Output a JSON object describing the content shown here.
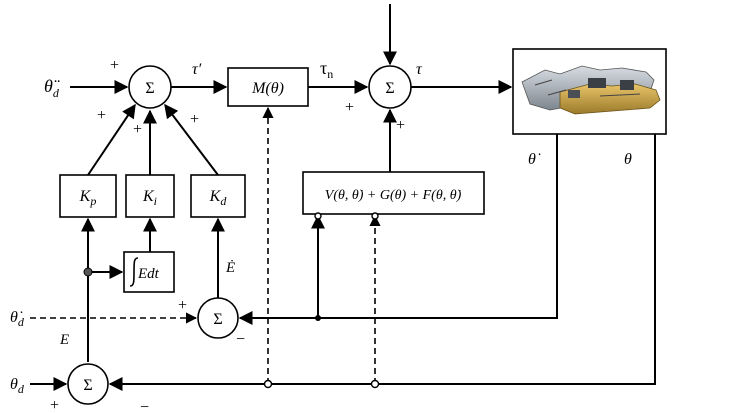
{
  "signals": {
    "theta_dd": "θ̈",
    "theta_dd_sub": "d",
    "theta_d_dot": "θ̇",
    "theta_d_dot_sub": "d",
    "theta_d": "θ",
    "theta_d_sub": "d",
    "tau_prime": "τ′",
    "tau_n": "τ",
    "tau_n_sub": "n",
    "tau": "τ",
    "theta_dot_out": "θ̇",
    "theta_out": "θ",
    "E": "E",
    "E_dot": "Ė"
  },
  "blocks": {
    "sum": "Σ",
    "M": "M(θ)",
    "Kp": "K",
    "Kp_sub": "p",
    "Ki": "K",
    "Ki_sub": "i",
    "Kd": "K",
    "Kd_sub": "d",
    "integral_text": "Edt",
    "dynamics": "V(θ, θ̇) + G(θ) + F(θ, θ̇)"
  },
  "signs": {
    "plus": "+",
    "minus": "−"
  }
}
